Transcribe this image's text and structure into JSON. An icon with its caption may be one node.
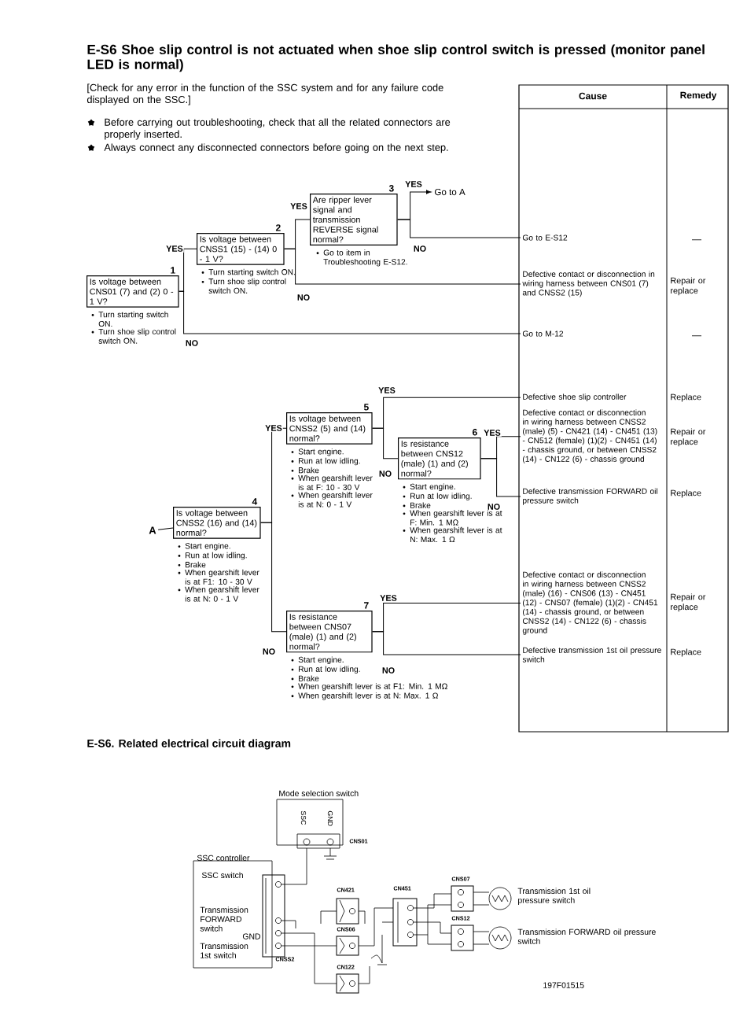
{
  "diagram": {
    "title": "E-S6 Shoe slip control is not actuated when shoe slip control switch is pressed (monitor panel LED is normal)",
    "nodes": [
      {
        "text": [
          "Is voltage between CNS01 (7) and (2) 0 - 1 V?"
        ],
        "beside": [
          "1",
          "Turn starting switch ON.",
          "Turn shoe slip control switch ON."
        ]
      },
      {
        "text": [
          "Is voltage between CNSS1 (15) - (14) 0 - 1 V?"
        ],
        "beside": [
          "2",
          "Turn starting switch ON.",
          "Turn shoe slip control switch ON."
        ]
      },
      {
        "text": [
          "Are ripper lever signal and transmission REVERSE signal normal?"
        ],
        "beside": [
          "3",
          "Go to item in Troubleshooting E-S12."
        ]
      },
      {
        "text": [
          "Go to A"
        ]
      },
      {
        "text": [
          "Go to E-S12"
        ]
      },
      {
        "text": [
          "Defective contact or disconnection in wiring harness between CNS01 (7) and CNSS2 (15)"
        ]
      },
      {
        "text": [
          "Go to M-12"
        ]
      },
      {
        "text": [
          "A"
        ]
      },
      {
        "text": [
          "Is voltage between CNSS2 (16) and (14) normal?"
        ],
        "beside": [
          "4",
          "Start engine.",
          "Run at low idling.",
          "Brake",
          "When gearshift lever is at F1: 10 - 30 V",
          "When gearshift lever is at N: 0 - 1 V"
        ]
      },
      {
        "text": [
          "Is voltage between CNSS2 (5) and (14) normal?"
        ],
        "beside": [
          "5",
          "Start engine.",
          "Run at low idling.",
          "Brake",
          "When gearshift lever is at F: 10 - 30 V",
          "When gearshift lever is at N: 0 - 1 V"
        ]
      },
      {
        "text": [
          "Is resistance between CNS12 (male) (1) and (2) normal?"
        ],
        "beside": [
          "6",
          "Start engine.",
          "Run at low idling.",
          "Brake",
          "When gearshift lever is at F: Min. 1 MΩ",
          "When gearshift lever is at N: Max. 1 Ω"
        ]
      },
      {
        "text": [
          "Is resistance between CNS07 (male) (1) and (2) normal?"
        ],
        "beside": [
          "7",
          "Start engine.",
          "Run at low idling.",
          "Brake",
          "When gearshift lever is at F1: Min. 1 MΩ",
          "When gearshift lever is at N: Max. 1 Ω"
        ]
      },
      {
        "text": [
          "Defective shoe slip controller"
        ]
      },
      {
        "text": [
          "Defective contact or disconnection in wiring harness between CNSS2 (male) (5) - CN421 (14) - CN451 (13) - CN512 (female) (1)(2) - CN451 (14) - chassis ground, or between CNSS2 (14) - CN122 (6) - chassis ground"
        ]
      },
      {
        "text": [
          "Defective transmission FORWARD oil pressure switch"
        ]
      },
      {
        "text": [
          "Defective contact or disconnection in wiring harness between CNSS2 (male) (16) - CNS06 (13) - CN451 (12) - CNS07 (female) (1)(2) - CN451 (14) - chassis ground, or between CNSS2 (14) - CN122 (6) - chassis ground"
        ]
      },
      {
        "text": [
          "Defective transmission 1st oil pressure switch"
        ]
      }
    ],
    "edges": [
      {
        "from": 0,
        "to": 1,
        "arrow": "none",
        "label": "YES"
      },
      {
        "from": 0,
        "to": 6,
        "arrow": "none",
        "label": "NO"
      },
      {
        "from": 1,
        "to": 2,
        "arrow": "none",
        "label": "YES"
      },
      {
        "from": 1,
        "to": 5,
        "arrow": "none",
        "label": "NO"
      },
      {
        "from": 2,
        "to": 3,
        "arrow": "to",
        "label": "YES"
      },
      {
        "from": 2,
        "to": 4,
        "arrow": "none",
        "label": "NO"
      },
      {
        "from": 7,
        "to": 8,
        "arrow": "none"
      },
      {
        "from": 8,
        "to": 9,
        "arrow": "none",
        "label": "YES"
      },
      {
        "from": 8,
        "to": 11,
        "arrow": "none",
        "label": "NO"
      },
      {
        "from": 9,
        "to": 12,
        "arrow": "none",
        "label": "YES"
      },
      {
        "from": 9,
        "to": 10,
        "arrow": "none",
        "label": "NO"
      },
      {
        "from": 10,
        "to": 13,
        "arrow": "none",
        "label": "YES"
      },
      {
        "from": 10,
        "to": 14,
        "arrow": "none",
        "label": "NO"
      },
      {
        "from": 11,
        "to": 15,
        "arrow": "none",
        "label": "YES"
      },
      {
        "from": 11,
        "to": 16,
        "arrow": "none",
        "label": "NO"
      }
    ],
    "labels": [
      "[Check for any error in the function of the SSC system and for any failure code displayed on the SSC.]",
      "Before carrying out troubleshooting, check that all the related connectors are properly inserted.",
      "Always connect any disconnected connectors before going on the next step.",
      "Cause",
      "Remedy",
      "—",
      "Repair or replace",
      "—",
      "Replace",
      "Repair or replace",
      "Replace",
      "Repair or replace",
      "Replace",
      "E-S6. Related electrical circuit diagram",
      "Mode selection switch",
      "SSC",
      "GND",
      "CNS01",
      "SSC controller",
      "SSC switch",
      "Transmission FORWARD switch",
      "GND",
      "Transmission 1st switch",
      "CNSS2",
      "CN421",
      "CNS06",
      "CN122",
      "CN451",
      "CNS07",
      "CNS12",
      "Transmission 1st oil pressure switch",
      "Transmission FORWARD oil pressure switch",
      "197F01515"
    ]
  }
}
